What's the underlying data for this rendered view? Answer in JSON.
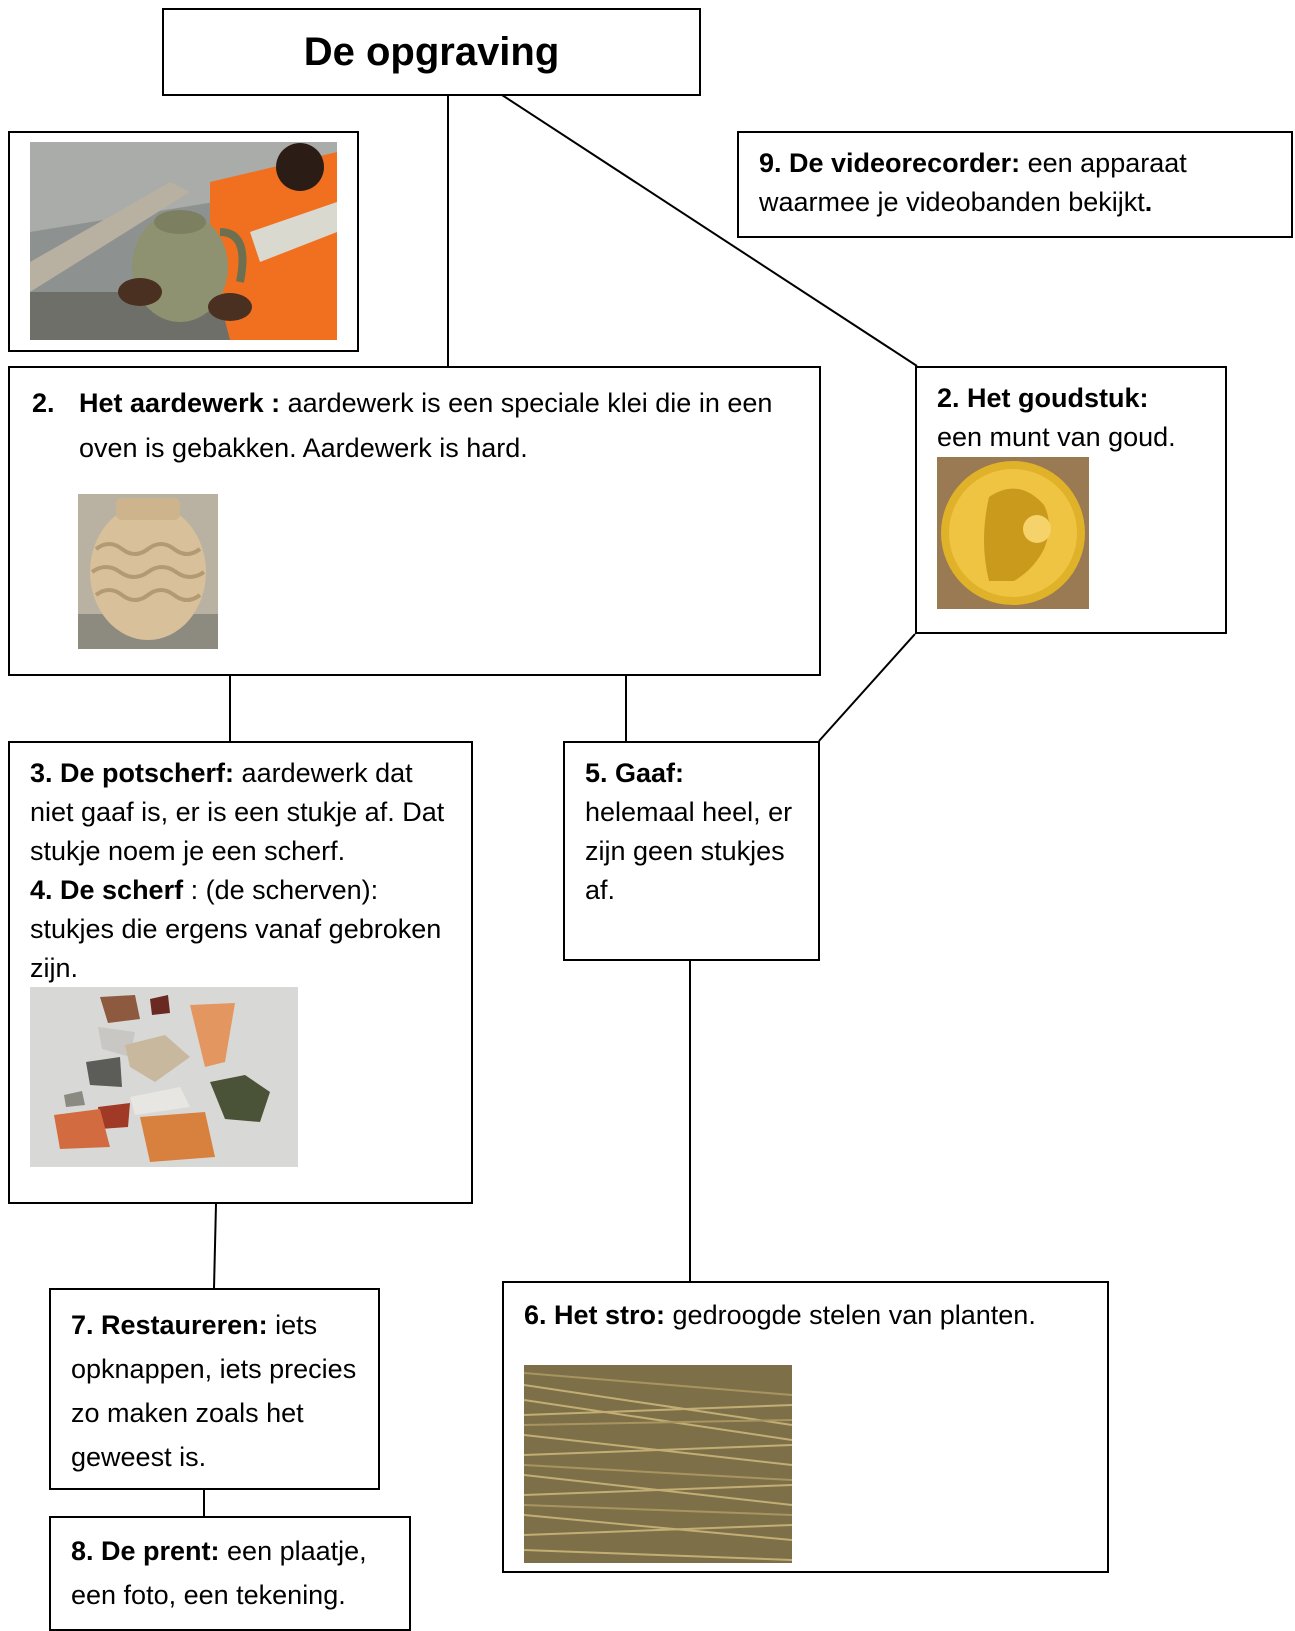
{
  "title": "De opgraving",
  "box_videorecorder": {
    "term": "9. De videorecorder:",
    "definition": " een apparaat waarmee je videobanden bekijkt",
    "end": "."
  },
  "box_aardewerk": {
    "number": "2.",
    "term": "Het aardewerk :",
    "definition": " aardewerk is een speciale klei die in een oven is gebakken. Aardewerk is hard."
  },
  "box_goudstuk": {
    "term": "2. Het goudstuk:",
    "definition": "een munt van goud."
  },
  "box_potscherf": {
    "term1": "3. De potscherf:",
    "def1": " aardewerk dat niet gaaf is, er is een stukje af. Dat stukje noem je een scherf.",
    "term2": "4. De scherf",
    "def2": " : (de scherven): stukjes die ergens vanaf gebroken zijn."
  },
  "box_gaaf": {
    "term": "5. Gaaf:",
    "definition": "helemaal heel, er zijn geen stukjes af."
  },
  "box_stro": {
    "term": "6. Het stro:",
    "definition": " gedroogde stelen van planten."
  },
  "box_restaureren": {
    "term": "7. Restaureren:",
    "definition": " iets opknappen, iets precies zo maken zoals het geweest is."
  },
  "box_prent": {
    "term": "8. De prent:",
    "definition": " een plaatje, een foto, een tekening."
  },
  "colors": {
    "orange": "#f07020",
    "gold": "#d9a520",
    "clay": "#c9ae85",
    "straw": "#9d8a55"
  }
}
